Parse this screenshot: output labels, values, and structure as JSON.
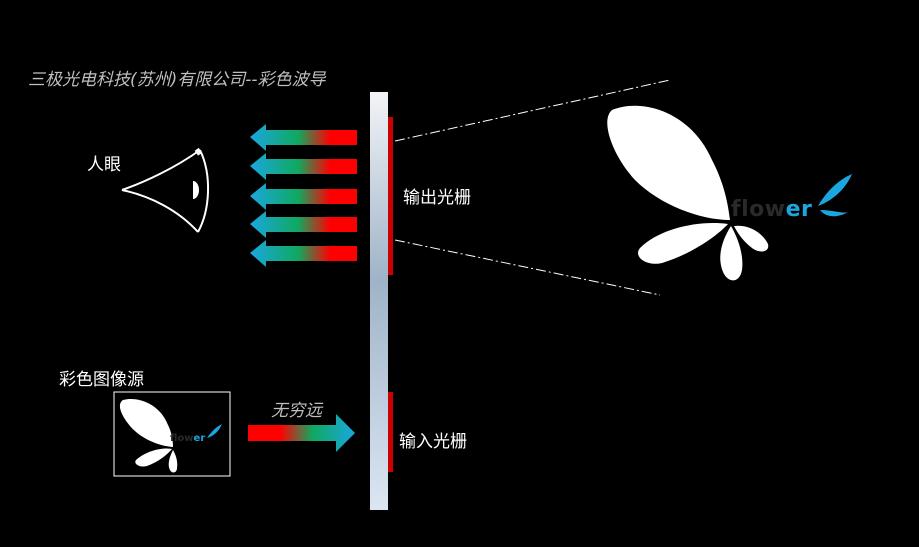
{
  "header": {
    "company_title": "三极光电科技(苏州)有限公司--彩色波导"
  },
  "labels": {
    "eye": "人眼",
    "output_grating": "输出光栅",
    "input_grating": "输入光栅",
    "color_image_source": "彩色图像源",
    "infinity": "无穷远"
  },
  "logos": {
    "large": {
      "wordmark_dark": "flow",
      "wordmark_accent": "er"
    },
    "small": {
      "wordmark_dark": "flow",
      "wordmark_accent": "er"
    }
  },
  "colors": {
    "background": "#000000",
    "arrow_red": "#ff0000",
    "arrow_green": "#10a860",
    "arrow_blue": "#1aa7e0",
    "grating_red": "#cc0000",
    "waveguide_light": "#e8eef6",
    "waveguide_mid": "#9fb3c8",
    "logo_accent": "#1aa7e0",
    "label_white": "#ffffff",
    "label_gray": "#bfbfbf"
  },
  "icons": {
    "eye": "eye-outline-icon",
    "arrow": "left-arrow-gradient-icon",
    "butterfly": "butterfly-petal-icon"
  }
}
